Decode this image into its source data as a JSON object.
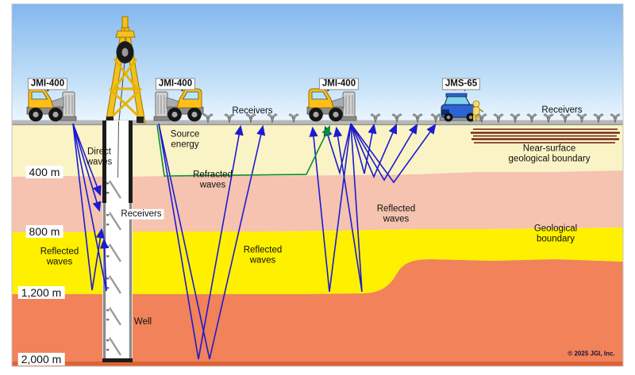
{
  "vehicles": [
    {
      "label": "JMI-400"
    },
    {
      "label": "JMI-400"
    },
    {
      "label": "JMI-400"
    },
    {
      "label": "JMS-65"
    }
  ],
  "receivers": {
    "surface_mid": "Receivers",
    "surface_right": "Receivers",
    "in_well": "Receivers"
  },
  "source_energy": {
    "line1": "Source",
    "line2": "energy"
  },
  "wave_labels": {
    "direct": {
      "line1": "Direct",
      "line2": "waves"
    },
    "refracted": {
      "line1": "Refracted",
      "line2": "waves"
    },
    "reflected_left": {
      "line1": "Reflected",
      "line2": "waves"
    },
    "reflected_mid": {
      "line1": "Reflected",
      "line2": "waves"
    },
    "reflected_right": {
      "line1": "Reflected",
      "line2": "waves"
    }
  },
  "boundary_labels": {
    "near_surface": {
      "line1": "Near-surface",
      "line2": "geological boundary"
    },
    "geological": {
      "line1": "Geological",
      "line2": "boundary"
    }
  },
  "well_label": "Well",
  "depth_markers": [
    {
      "label": "400 m"
    },
    {
      "label": "800 m"
    },
    {
      "label": "1,200 m"
    },
    {
      "label": "2,000 m"
    }
  ],
  "copyright": "© 2025 JGI, Inc.",
  "colors": {
    "sky_top": "#83B7EE",
    "sky_bottom": "#EFF8FF",
    "layer_shallow": "#FAF3C5",
    "layer_mid": "#F5C3AF",
    "layer_deep_yellow": "#FFF000",
    "layer_bottom_orange": "#F1825A",
    "deep_strip": "#DD6335",
    "near_surface_stripe": "#6B190B",
    "wave_blue": "#1B1BD0",
    "wave_green": "#089030",
    "vehicle_yellow": "#FFBE19",
    "jms_blue": "#2B63D6",
    "derrick_yellow": "#F2C11E"
  }
}
